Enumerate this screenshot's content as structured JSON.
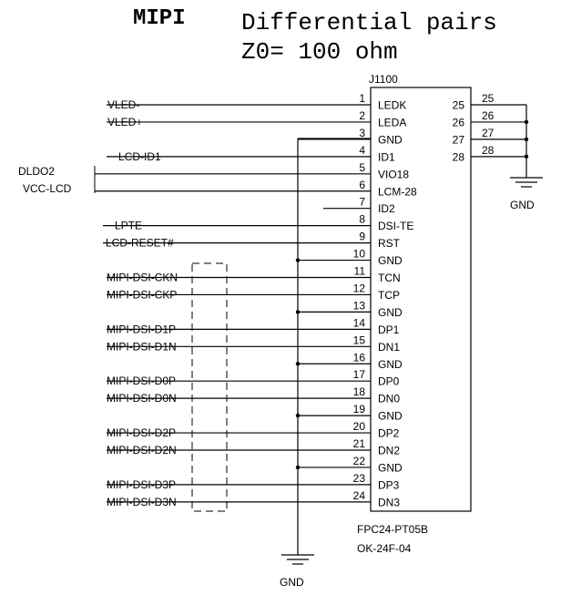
{
  "title": {
    "bold": "MIPI",
    "line1": "Differential pairs",
    "line2": "Z0= 100 ohm"
  },
  "connector": {
    "refdes": "J1100",
    "part_number": "FPC24-PT05B",
    "part_code": "OK-24F-04",
    "pins": [
      {
        "num": "1",
        "name": "LEDK",
        "net": "VLED-"
      },
      {
        "num": "2",
        "name": "LEDA",
        "net": "VLED+"
      },
      {
        "num": "3",
        "name": "GND",
        "net": ""
      },
      {
        "num": "4",
        "name": "ID1",
        "net": "LCD-ID1"
      },
      {
        "num": "5",
        "name": "VIO18",
        "net": "DLDO2"
      },
      {
        "num": "6",
        "name": "LCM-28",
        "net": "VCC-LCD"
      },
      {
        "num": "7",
        "name": "ID2",
        "net": ""
      },
      {
        "num": "8",
        "name": "DSI-TE",
        "net": "LPTE"
      },
      {
        "num": "9",
        "name": "RST",
        "net": "LCD-RESET#"
      },
      {
        "num": "10",
        "name": "GND",
        "net": ""
      },
      {
        "num": "11",
        "name": "TCN",
        "net": "MIPI-DSI-CKN"
      },
      {
        "num": "12",
        "name": "TCP",
        "net": "MIPI-DSI-CKP"
      },
      {
        "num": "13",
        "name": "GND",
        "net": ""
      },
      {
        "num": "14",
        "name": "DP1",
        "net": "MIPI-DSI-D1P"
      },
      {
        "num": "15",
        "name": "DN1",
        "net": "MIPI-DSI-D1N"
      },
      {
        "num": "16",
        "name": "GND",
        "net": ""
      },
      {
        "num": "17",
        "name": "DP0",
        "net": "MIPI-DSI-D0P"
      },
      {
        "num": "18",
        "name": "DN0",
        "net": "MIPI-DSI-D0N"
      },
      {
        "num": "19",
        "name": "GND",
        "net": ""
      },
      {
        "num": "20",
        "name": "DP2",
        "net": "MIPI-DSI-D2P"
      },
      {
        "num": "21",
        "name": "DN2",
        "net": "MIPI-DSI-D2N"
      },
      {
        "num": "22",
        "name": "GND",
        "net": ""
      },
      {
        "num": "23",
        "name": "DP3",
        "net": "MIPI-DSI-D3P"
      },
      {
        "num": "24",
        "name": "DN3",
        "net": "MIPI-DSI-D3N"
      }
    ],
    "right_pins": [
      {
        "num": "25",
        "net": "25"
      },
      {
        "num": "26",
        "net": "26"
      },
      {
        "num": "27",
        "net": "27"
      },
      {
        "num": "28",
        "net": "28"
      }
    ]
  },
  "ground_labels": {
    "left": "GND",
    "right": "GND"
  }
}
